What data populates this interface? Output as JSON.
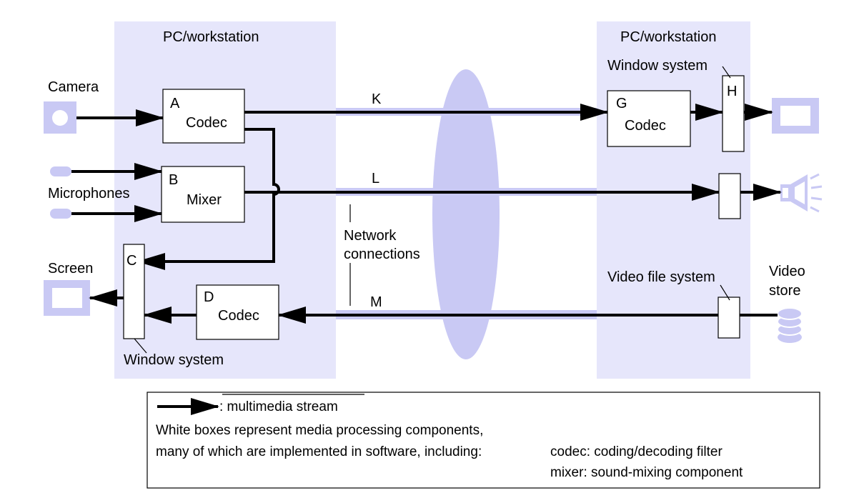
{
  "panels": {
    "left_title": "PC/workstation",
    "right_title": "PC/workstation"
  },
  "devices": {
    "camera": "Camera",
    "microphones": "Microphones",
    "screen": "Screen",
    "video_store_line1": "Video",
    "video_store_line2": "store"
  },
  "components": {
    "a_letter": "A",
    "a_name": "Codec",
    "b_letter": "B",
    "b_name": "Mixer",
    "c_letter": "C",
    "d_letter": "D",
    "d_name": "Codec",
    "g_letter": "G",
    "g_name": "Codec",
    "h_letter": "H"
  },
  "labels": {
    "window_system_left": "Window system",
    "window_system_right": "Window system",
    "video_file_system": "Video file system",
    "network_line1": "Network",
    "network_line2": "connections"
  },
  "connections": {
    "k": "K",
    "l": "L",
    "m": "M"
  },
  "legend": {
    "stream_label": ":  multimedia stream",
    "line1": "White boxes represent media processing components,",
    "line2": "many of which are implemented in software, including:",
    "def1": "codec: coding/decoding filter",
    "def2": "mixer: sound-mixing component"
  },
  "colors": {
    "panel": "#e6e6fb",
    "lavender": "#c9c9f4",
    "stream": "#000000"
  }
}
